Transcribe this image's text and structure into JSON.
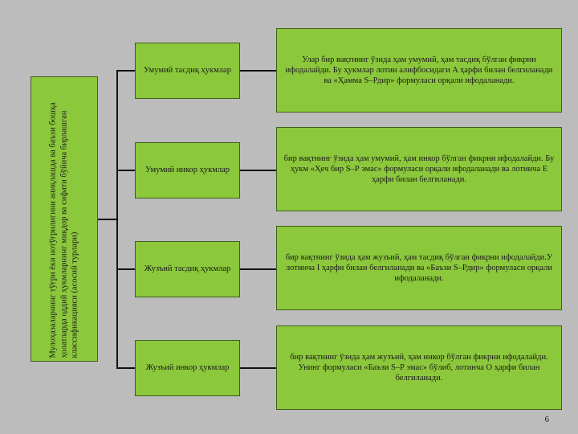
{
  "root": {
    "text": "Мулоҳазаларнинг тўғри ёки нотўғрилигини аниқлашда ва баъзи бошқа ҳолатларда оддий ҳукмларнинг миқдор ва сифати бўйича бирлашган классификацияси (асосий турлари)"
  },
  "types": [
    {
      "label": "Умумий тасдиқ ҳукмлар",
      "description": "Улар бир вақтнинг ўзида ҳам умумий, ҳам тасдиқ бўлган фикрни ифодалайди. Бу ҳукмлар лотин алифбосидаги A ҳарфи билан белгиланади ва «Ҳамма S–Рдир» формуласи орқали ифодаланади."
    },
    {
      "label": "Умумий инкор ҳукмлар",
      "description": "бир вақтнинг ўзида ҳам умумий, ҳам инкор бўлган фикрни ифодалайди. Бу ҳукм «Ҳеч бир S–Р эмас» формуласи орқали ифодаланади ва лотинча E ҳарфи билан белгиланади."
    },
    {
      "label": "Жузъий тасдиқ ҳукмлар",
      "description": "бир вақтнинг ўзида ҳам жузъий, ҳам тасдиқ бўлган фикрни ифодалайди.У лотинча I ҳарфи билан белгиланади ва «Баъзи S–Рдир» формуласи орқали ифодаланади."
    },
    {
      "label": "Жузъий инкор ҳукмлар",
      "description": "бир вақтнинг ўзида ҳам жузъий, ҳам инкор бўлган фикрни ифодалайди. Унинг формуласи «Баъзи S–Р эмас» бўлиб, лотинча O ҳарфи билан белгиланади."
    }
  ],
  "page_number": "6"
}
